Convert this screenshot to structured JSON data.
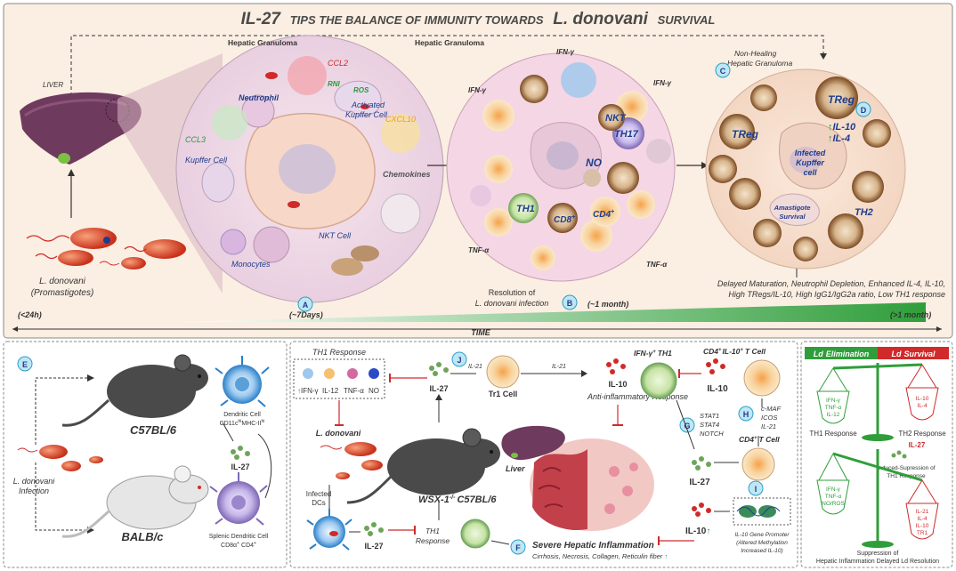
{
  "title": {
    "part1": "IL-27",
    "part2": "TIPS THE BALANCE OF IMMUNITY TOWARDS",
    "part3": "L. donovani",
    "part4": "SURVIVAL"
  },
  "colors": {
    "top_panel_bg": "#fbeee2",
    "panel_border": "#8a8a8a",
    "title_color": "#4a4a4a",
    "label_blue": "#1f3d8c",
    "label_green": "#2a9a3a",
    "label_red": "#d02a2a",
    "label_orange": "#e8a020",
    "teal_letter": "#2aa0c8",
    "bar_green": "#2f9e3a",
    "liver_purple": "#6e3b5e",
    "mouse_dark": "#4a4a4a",
    "mouse_light": "#e6e6e6",
    "scale_green": "#2f9e3a",
    "scale_red": "#d02a2a"
  },
  "top": {
    "liver_label": "LIVER",
    "ldonovani": "L. donovani",
    "promastigotes": "(Promastigotes)",
    "granuloma_a": "Hepatic Granuloma",
    "neutrophil": "Neutrophil",
    "ccl2": "CCL2",
    "rni": "RNI",
    "ros": "ROS",
    "activated": "Activated",
    "kupffer_cell": "Kupffer Cell",
    "ccl3": "CCL3",
    "kupffer_cell_a": "Kupffer Cell",
    "cxcl10": "CXCL10",
    "chemokines": "Chemokines",
    "nkt_cell": "NKT Cell",
    "monocytes": "Monocytes",
    "granuloma_b": "Hepatic Granuloma",
    "ifn_g1": "IFN-γ",
    "ifn_g2": "IFN-γ",
    "ifn_g3": "IFN-γ",
    "nkt": "NKT",
    "th17": "TH17",
    "no": "NO",
    "th1": "TH1",
    "cd8": "CD8",
    "cd4": "CD4",
    "tnf_a1": "TNF-α",
    "tnf_a2": "TNF-α",
    "resolution1": "Resolution of",
    "resolution2": "L. donovani infection",
    "nonhealing1": "Non-Healing",
    "nonhealing2": "Hepatic Granuloma",
    "treg1": "TReg",
    "treg2": "TReg",
    "il10": "IL-10",
    "il4": "IL-4",
    "infected1": "Infected",
    "infected2": "Kupffer",
    "infected3": "cell",
    "amastigote1": "Amastigote",
    "amastigote2": "Survival",
    "th2": "TH2",
    "delayed1": "Delayed Maturation, Neutrophil Depletion, Enhanced IL-4, IL-10,",
    "delayed2": "High TRegs/IL-10, High IgG1/IgG2a ratio, Low TH1 response",
    "letter_a": "A",
    "letter_b": "B",
    "letter_c": "C",
    "letter_d": "D",
    "t1": "(<24h)",
    "t2": "(~7Days)",
    "t3": "(~1 month)",
    "t4": "(>1 month)",
    "time": "TIME"
  },
  "left": {
    "letter_e": "E",
    "c57": "C57BL/6",
    "balb": "BALB/c",
    "infection1": "L. donovani",
    "infection2": "Infection",
    "dc1": "Dendritic Cell",
    "dc2": "CD11c",
    "dc2_sup": "hi",
    "dc2b": "MHC-II",
    "dc2b_sup": "hi",
    "il27": "IL-27",
    "splenic1": "Splenic Dendritic Cell",
    "splenic2": "CD8α",
    "splenic2_sup": "+",
    "splenic2b": "CD4",
    "splenic2b_sup": "+"
  },
  "middle": {
    "th1_response_title": "TH1 Response",
    "ifn": "IFN-γ",
    "il12": "IL-12",
    "tnf": "TNF-α",
    "no": "NO",
    "letter_j": "J",
    "il27_top": "IL-27",
    "il21_a": "IL-21",
    "il21_b": "IL-21",
    "tr1": "Tr1 Cell",
    "ifn_th1": "IFN-γ",
    "ifn_th1_sup": "+",
    "ifn_th1_suffix": "TH1",
    "il10_mid": "IL-10",
    "anti": "Anti-inflammatory Response",
    "cd4_il10_title": "CD4",
    "cd4_il10_sup": "+",
    "cd4_il10_mid": "IL-10",
    "cd4_il10_sup2": "+",
    "cd4_il10_suffix": "T Cell",
    "il10_right": "IL-10",
    "letter_h": "H",
    "cmaf": "c-MAF",
    "icos": "ICOS",
    "il21_c": "IL-21",
    "letter_g": "G",
    "stat1": "STAT1",
    "stat4": "STAT4",
    "notch": "NOTCH",
    "cd4_t": "CD4",
    "cd4_t_sup": "+",
    "cd4_t_suffix": "T Cell",
    "ldon": "L. donovani",
    "liver": "Liver",
    "wsx": "WSX-1",
    "wsx_sup": "-/-",
    "wsx_suffix": "C57BL/6",
    "infected_dcs1": "Infected",
    "infected_dcs2": "DCs",
    "il27_bottom": "IL-27",
    "th1_resp1": "TH1",
    "th1_resp2": "Response",
    "il27_mid": "IL-27",
    "letter_i": "I",
    "il10_up": "IL-10",
    "gene1": "IL-10 Gene Promoter",
    "gene2": "(Altered Methylation",
    "gene3": "Increased IL-10)",
    "letter_f": "F",
    "severe": "Severe Hepatic Inflammation",
    "severe_sub": "Cirrhosis, Necrosis, Collagen, Reticulin fiber"
  },
  "right": {
    "ld_elim_prefix": "Ld",
    "ld_elim": "Elimination",
    "ld_surv_prefix": "Ld",
    "ld_surv": "Survival",
    "pan1_green": [
      "IFN-γ",
      "TNF-α",
      "IL-12"
    ],
    "pan1_red": [
      "IL-10",
      "IL-4"
    ],
    "th1_response": "TH1 Response",
    "th2_response": "TH2 Response",
    "il27": "IL-27",
    "induced1": "Induced-Supression of",
    "induced2": "TH1 Response",
    "pan2_green": [
      "IFN-γ",
      "TNF-α",
      "NO/ROS"
    ],
    "pan2_red": [
      "IL-21",
      "IL-4",
      "IL-10",
      "TR1"
    ],
    "supp1": "Suppression of",
    "supp2": "Hepatic Inflammation Delayed Ld Resolution"
  }
}
